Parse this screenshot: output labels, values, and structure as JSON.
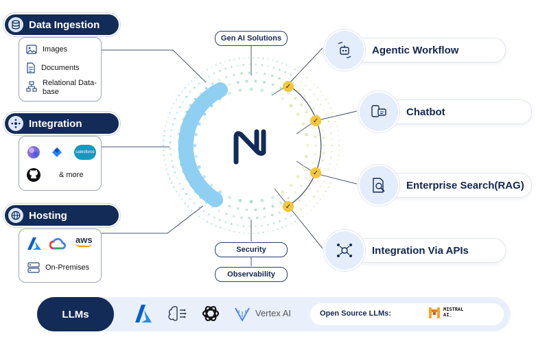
{
  "groups": {
    "data_ingestion": {
      "title": "Data Ingestion",
      "items": [
        "Images",
        "Documents",
        "Relational Data-",
        "base"
      ]
    },
    "integration": {
      "title": "Integration",
      "more": "& more",
      "logos": [
        "teams-logo",
        "jira-logo",
        "salesforce-logo",
        "github-logo"
      ],
      "salesforce_text": "salesforce"
    },
    "hosting": {
      "title": "Hosting",
      "items": [
        "On-Premises"
      ],
      "aws_text": "aws",
      "logos": [
        "azure-logo",
        "google-cloud-logo",
        "aws-logo"
      ]
    }
  },
  "center": {
    "logo_letter": "N",
    "top_label": "Gen AI Solutions",
    "bottom_labels": [
      "Security",
      "Observability"
    ]
  },
  "solutions": [
    {
      "label": "Agentic Workflow",
      "icon": "workflow-robot-icon"
    },
    {
      "label": "Chatbot",
      "icon": "chatbot-icon"
    },
    {
      "label": "Enterprise Search(RAG)",
      "icon": "document-search-icon"
    },
    {
      "label": "Integration Via APIs",
      "icon": "api-network-icon"
    }
  ],
  "llms": {
    "title": "LLMs",
    "vertex": "Vertex AI",
    "open_source": "Open Source LLMs:",
    "mistral_line1": "MISTRAL",
    "mistral_line2": "AI_"
  },
  "colors": {
    "navy": "#132b57",
    "light_blue": "#8ecff2",
    "check_yellow": "#f3c63c",
    "soft_bg": "#e9f0fb"
  }
}
